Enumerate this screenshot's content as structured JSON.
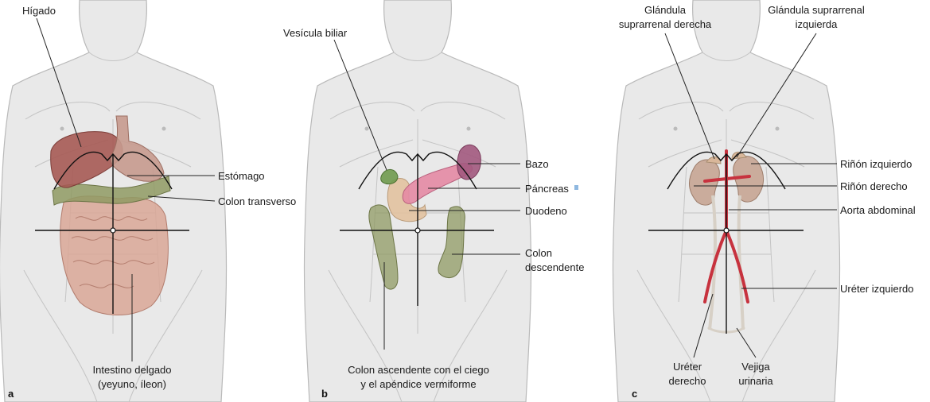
{
  "panels": [
    {
      "letter": "a",
      "labels": {
        "higado": "Hígado",
        "estomago": "Estómago",
        "colon_transverso": "Colon transverso",
        "intestino_1": "Intestino delgado",
        "intestino_2": "(yeyuno, íleon)"
      }
    },
    {
      "letter": "b",
      "labels": {
        "vesicula": "Vesícula biliar",
        "bazo": "Bazo",
        "pancreas": "Páncreas",
        "duodeno": "Duodeno",
        "colon_desc_1": "Colon",
        "colon_desc_2": "descendente",
        "colon_asc_1": "Colon ascendente con el ciego",
        "colon_asc_2": "y el apéndice vermiforme"
      }
    },
    {
      "letter": "c",
      "labels": {
        "supra_der_1": "Glándula",
        "supra_der_2": "suprarrenal derecha",
        "supra_izq_1": "Glándula suprarrenal",
        "supra_izq_2": "izquierda",
        "rinon_izq": "Riñón izquierdo",
        "rinon_der": "Riñón derecho",
        "aorta": "Aorta abdominal",
        "ureter_izq": "Uréter izquierdo",
        "ureter_der_1": "Uréter",
        "ureter_der_2": "derecho",
        "vejiga_1": "Vejiga",
        "vejiga_2": "urinaria"
      }
    }
  ],
  "colors": {
    "liver": "#a65a54",
    "stomach": "#c79a8e",
    "colon": "#8f9a63",
    "intestine": "#d9a797",
    "gallbladder": "#6f9a4e",
    "pancreas": "#e48aa4",
    "spleen": "#a2597e",
    "duodenum": "#e2c2a0",
    "kidney": "#c7a593",
    "adrenal": "#d9b79a",
    "aorta": "#c7323e",
    "ureter": "#d7d0c6"
  }
}
